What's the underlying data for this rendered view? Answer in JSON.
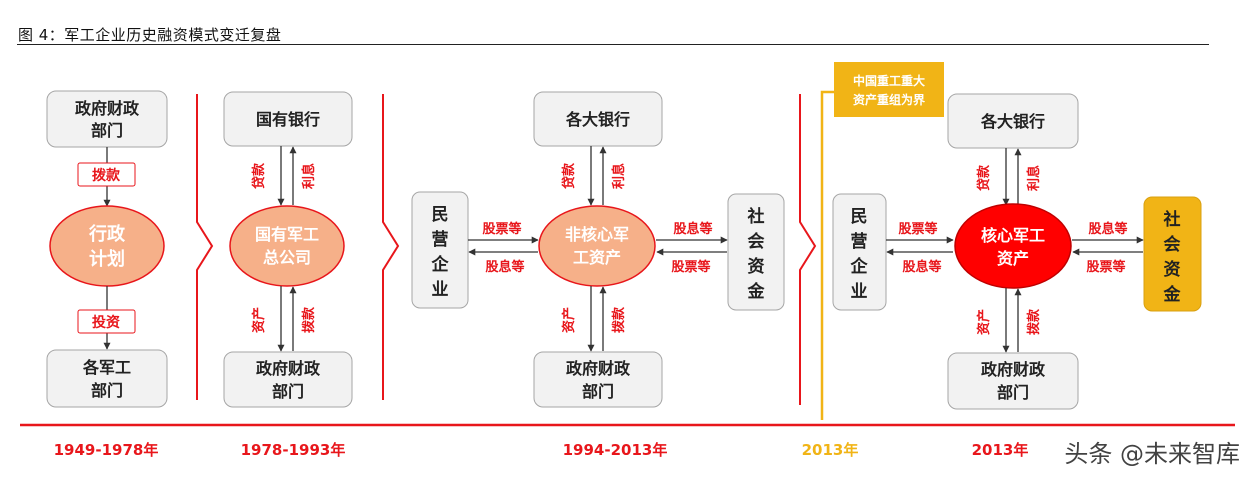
{
  "figure_title": "图 4：军工企业历史融资模式变迁复盘",
  "colors": {
    "red": "#e8161b",
    "orange_fill": "#f6b089",
    "core_red": "#ff0000",
    "gold": "#f1b416",
    "box_fill": "#f2f2f2",
    "box_stroke": "#a6a6a6"
  },
  "phase1": {
    "top_box": [
      "政府财政",
      "部门"
    ],
    "top_tag": "拨款",
    "circle": [
      "行政",
      "计划"
    ],
    "bottom_tag": "投资",
    "bottom_box": [
      "各军工",
      "部门"
    ],
    "period": "1949-1978年"
  },
  "phase2": {
    "top_box": "国有银行",
    "up_left": "贷款",
    "up_right": "利息",
    "circle": [
      "国有军工",
      "总公司"
    ],
    "down_left": "资产",
    "down_right": "拨款",
    "bottom_box": [
      "政府财政",
      "部门"
    ],
    "period": "1978-1993年"
  },
  "phase3": {
    "top_box": "各大银行",
    "up_left": "贷款",
    "up_right": "利息",
    "left_box": [
      "民",
      "营",
      "企",
      "业"
    ],
    "left_top": "股票等",
    "left_bottom": "股息等",
    "circle": [
      "非核心军",
      "工资产"
    ],
    "right_top": "股息等",
    "right_bottom": "股票等",
    "right_box": [
      "社",
      "会",
      "资",
      "金"
    ],
    "down_left": "资产",
    "down_right": "拨款",
    "bottom_box": [
      "政府财政",
      "部门"
    ],
    "period": "1994-2013年"
  },
  "boundary": {
    "note": [
      "中国重工重大",
      "资产重组为界"
    ],
    "period": "2013年"
  },
  "phase4": {
    "top_box": "各大银行",
    "up_left": "贷款",
    "up_right": "利息",
    "left_box": [
      "民",
      "营",
      "企",
      "业"
    ],
    "left_top": "股票等",
    "left_bottom": "股息等",
    "circle": [
      "核心军工",
      "资产"
    ],
    "right_top": "股息等",
    "right_bottom": "股票等",
    "right_box": [
      "社",
      "会",
      "资",
      "金"
    ],
    "down_left": "资产",
    "down_right": "拨款",
    "bottom_box": [
      "政府财政",
      "部门"
    ],
    "period": "2013年"
  },
  "watermark": "头条 @未来智库"
}
